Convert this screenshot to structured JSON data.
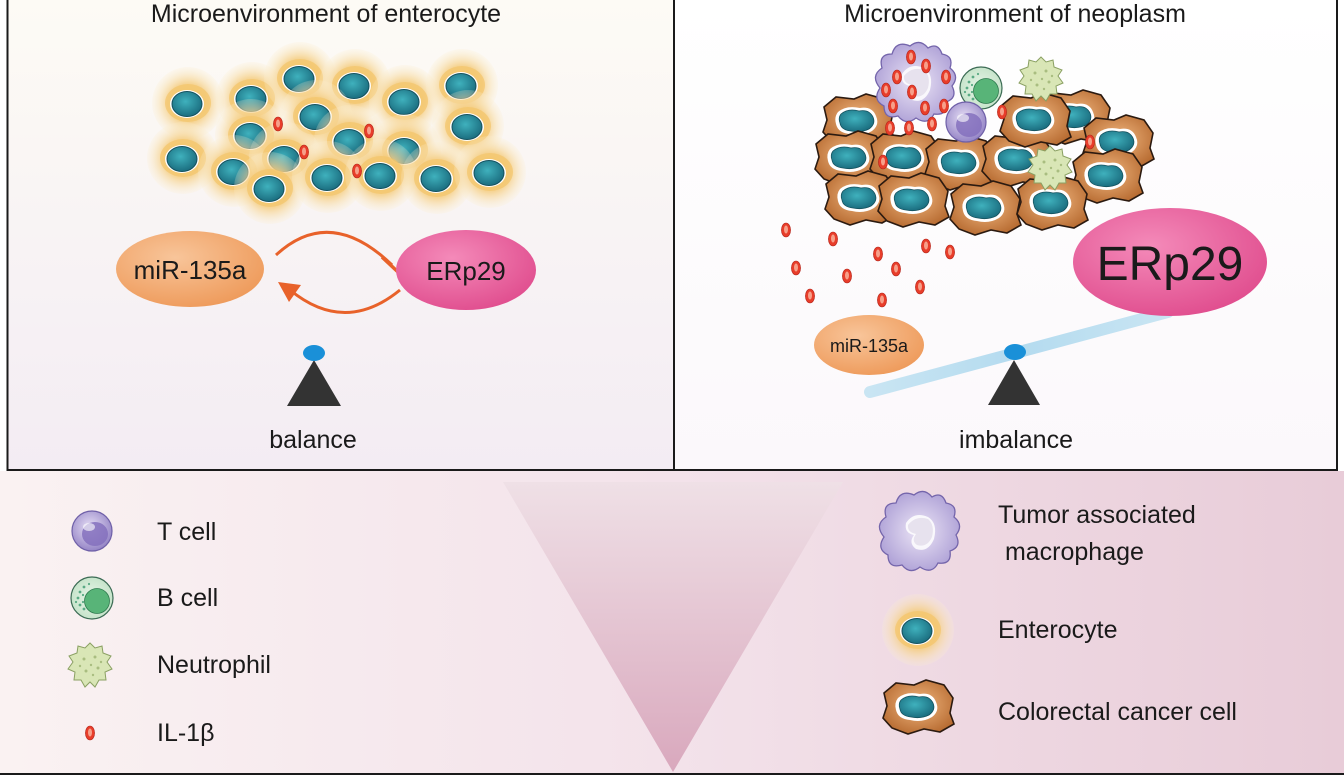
{
  "panels": {
    "left": {
      "title": "Microenvironment of enterocyte",
      "mirna": "miR-135a",
      "protein": "ERp29",
      "state": "balance"
    },
    "right": {
      "title": "Microenvironment of neoplasm",
      "mirna": "miR-135a",
      "protein": "ERp29",
      "state": "imbalance"
    }
  },
  "legend": {
    "left": [
      "T cell",
      "B cell",
      "Neutrophil",
      "IL-1β"
    ],
    "right_macrophage": [
      "Tumor associated",
      " macrophage"
    ],
    "right_enterocyte": "Enterocyte",
    "right_cancer": "Colorectal cancer cell"
  },
  "colors": {
    "arrow": "#e8622a",
    "erp29": "#e8559a",
    "mirna": "#f0a060",
    "nucleus": "#2a8f9f",
    "il1b": "#e83d2a",
    "tcell": "#9b8cc8",
    "cancer": "#c8804a",
    "beam": "#b8dcef",
    "pivot": "#1a90d8"
  },
  "icons": [
    "t-cell-icon",
    "b-cell-icon",
    "neutrophil-icon",
    "il1b-icon",
    "macrophage-icon",
    "enterocyte-icon",
    "cancer-cell-icon",
    "fulcrum-icon"
  ]
}
